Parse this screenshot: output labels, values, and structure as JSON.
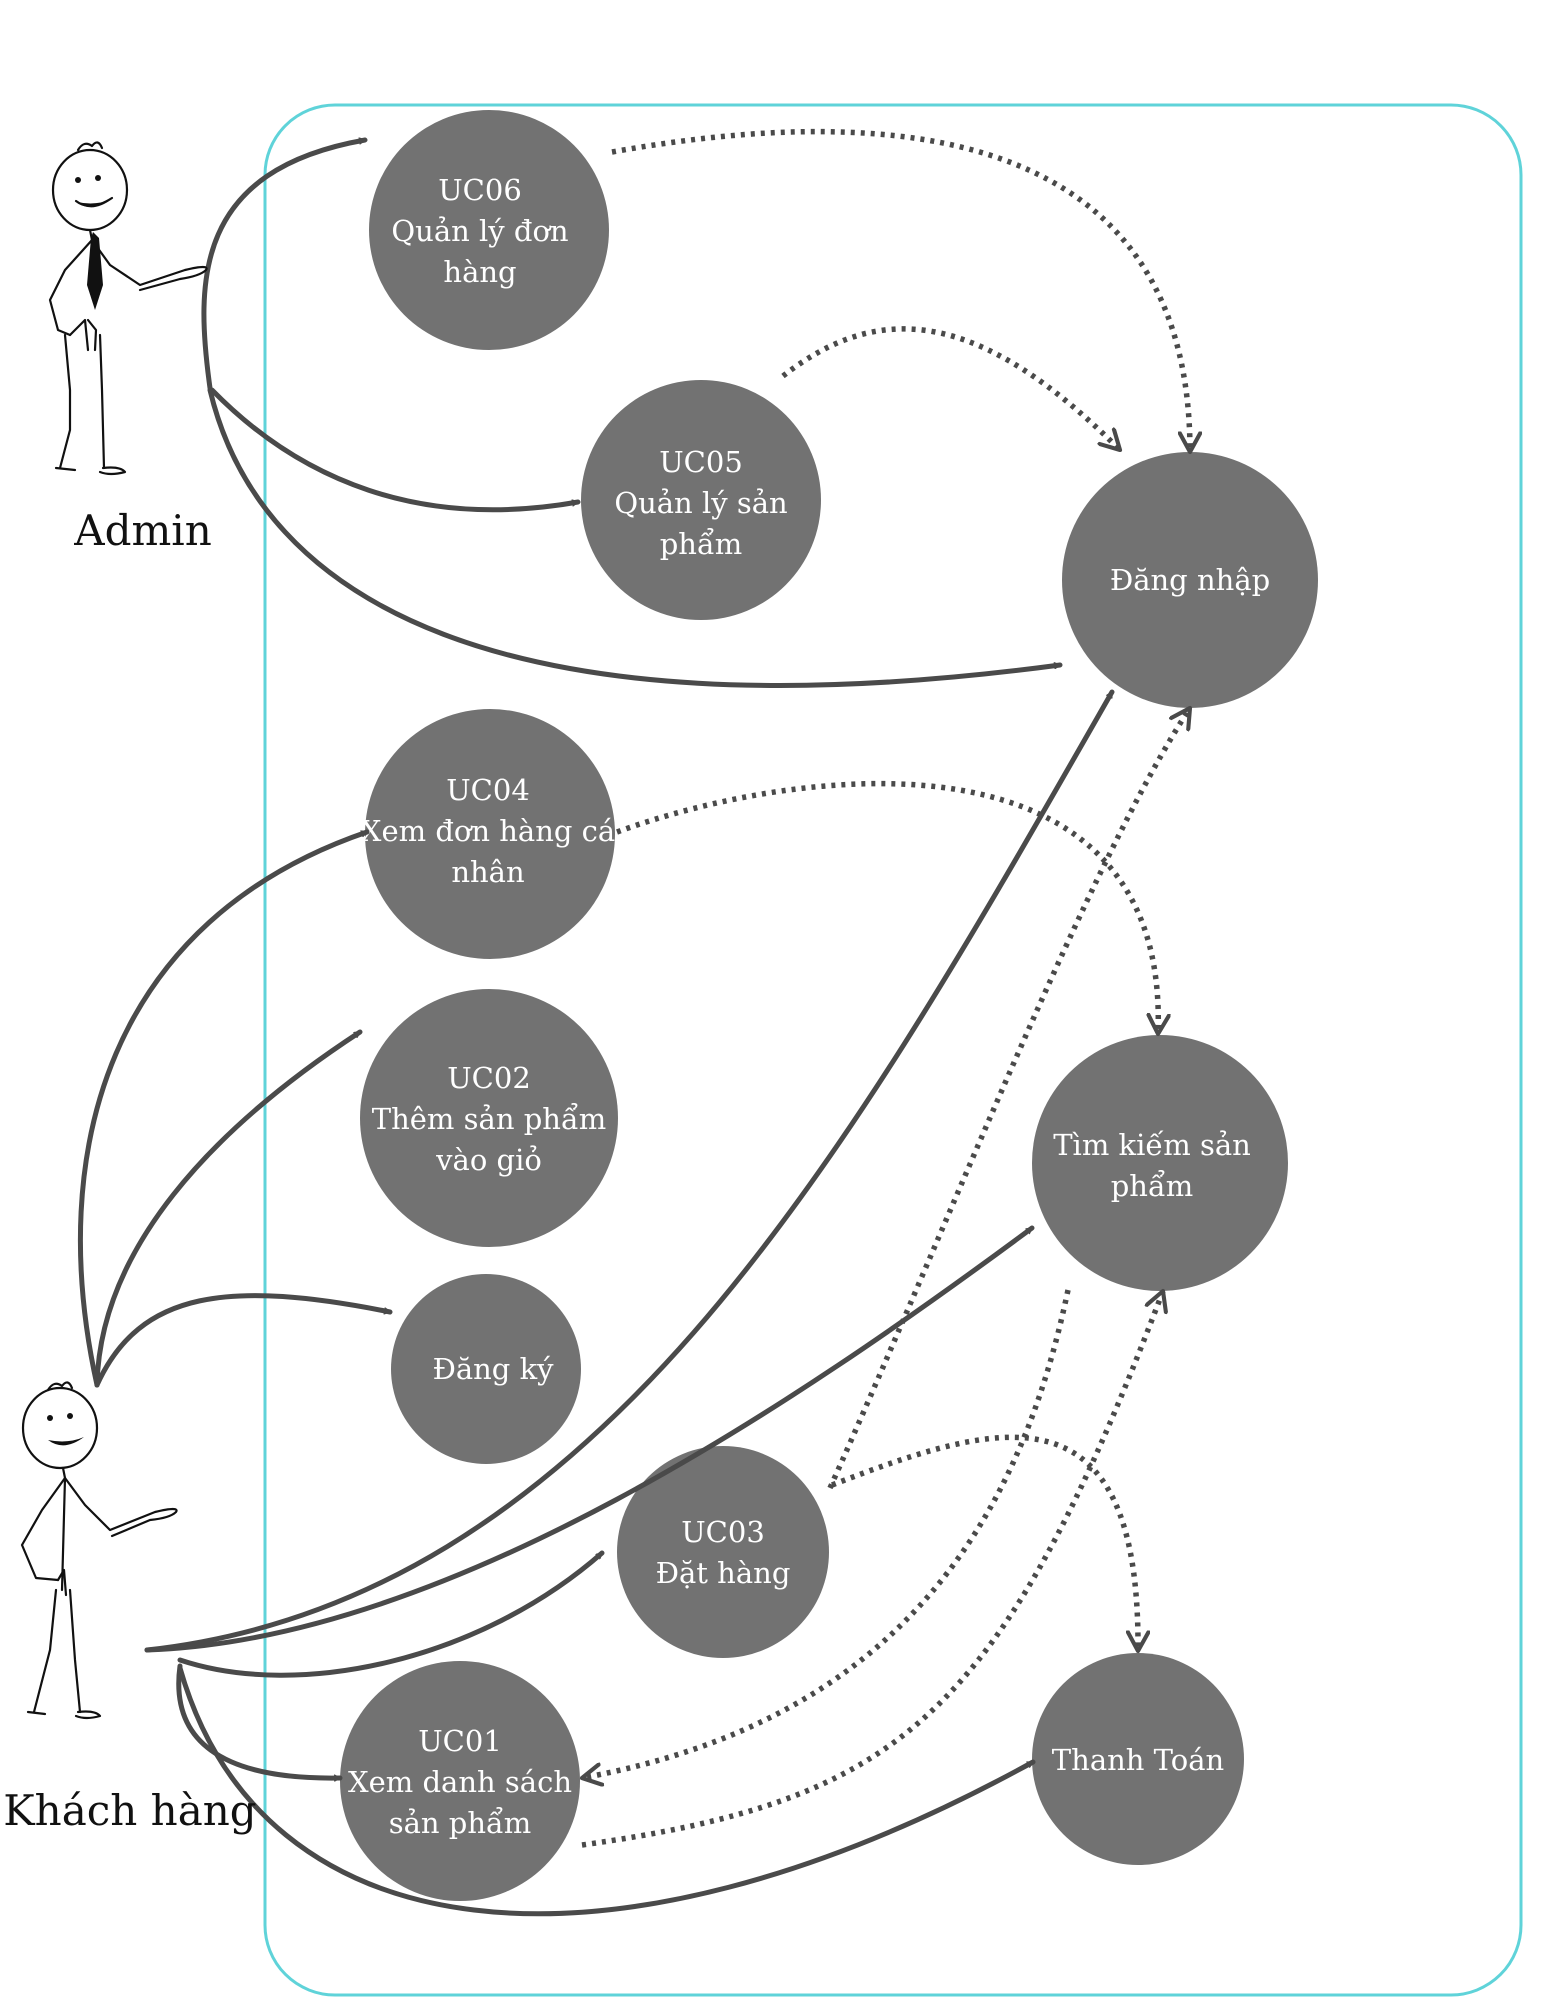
{
  "actors": {
    "admin": "Admin",
    "customer": "Khách  hàng"
  },
  "use_cases": {
    "uc06": [
      "UC06",
      "Quản lý đơn",
      "hàng"
    ],
    "uc05": [
      "UC05",
      "Quản lý sản",
      "phẩm"
    ],
    "login": [
      "Đăng nhập"
    ],
    "uc04": [
      "UC04",
      "Xem đơn hàng cá",
      "nhân"
    ],
    "uc02": [
      "UC02",
      "Thêm sản phẩm",
      "vào giỏ"
    ],
    "register": [
      "Đăng ký"
    ],
    "search": [
      "Tìm kiếm sản",
      "phẩm"
    ],
    "uc03": [
      "UC03",
      "Đặt hàng"
    ],
    "uc01": [
      "UC01",
      "Xem danh sách",
      "sản phẩm"
    ],
    "payment": [
      "Thanh Toán"
    ]
  },
  "colors": {
    "boundary": "#5fd3d9",
    "use_case_fill": "#727272",
    "connector": "#4a4a4a"
  }
}
